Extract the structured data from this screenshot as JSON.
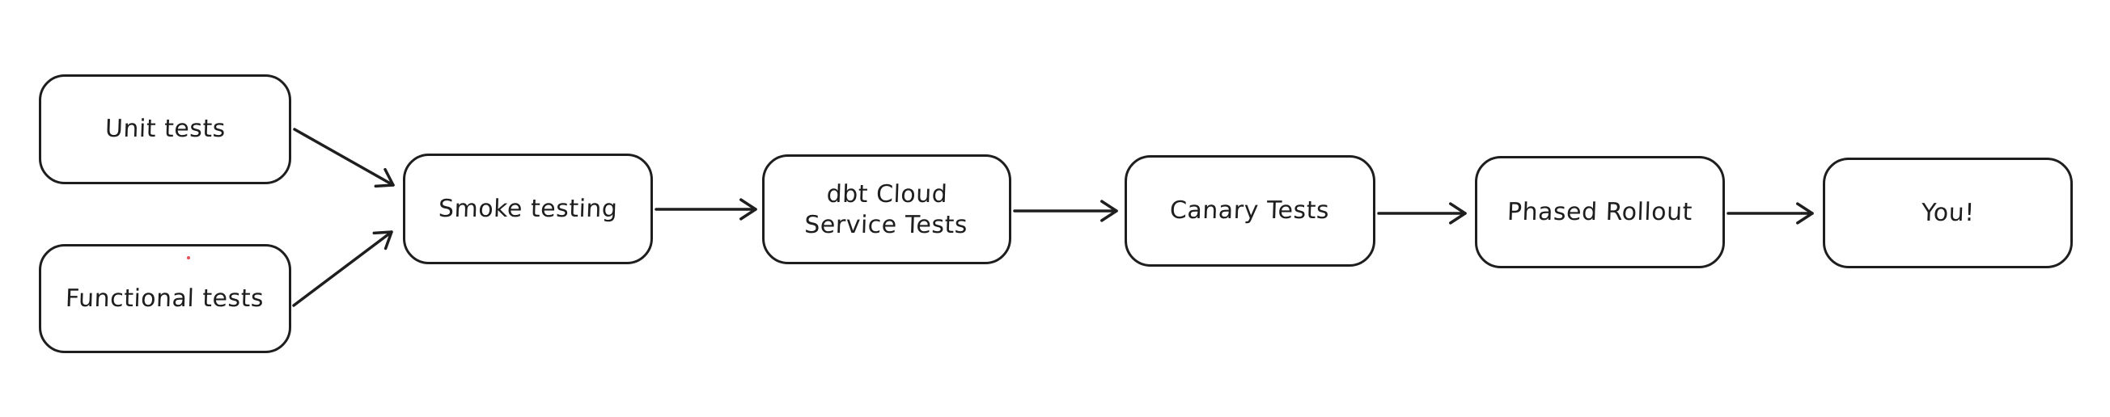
{
  "diagram": {
    "background_color": "#ffffff",
    "stroke_color": "#1e1e1e",
    "text_color": "#1e1e1e",
    "nodes": [
      {
        "id": "unit-tests",
        "label": "Unit tests"
      },
      {
        "id": "functional-tests",
        "label": "Functional tests"
      },
      {
        "id": "smoke-testing",
        "label": "Smoke testing"
      },
      {
        "id": "dbt-cloud-service-tests",
        "label": "dbt Cloud\nService Tests"
      },
      {
        "id": "canary-tests",
        "label": "Canary Tests"
      },
      {
        "id": "phased-rollout",
        "label": "Phased Rollout"
      },
      {
        "id": "you",
        "label": "You!"
      }
    ],
    "edges": [
      {
        "from": "unit-tests",
        "to": "smoke-testing"
      },
      {
        "from": "functional-tests",
        "to": "smoke-testing"
      },
      {
        "from": "smoke-testing",
        "to": "dbt-cloud-service-tests"
      },
      {
        "from": "dbt-cloud-service-tests",
        "to": "canary-tests"
      },
      {
        "from": "canary-tests",
        "to": "phased-rollout"
      },
      {
        "from": "phased-rollout",
        "to": "you"
      }
    ]
  }
}
